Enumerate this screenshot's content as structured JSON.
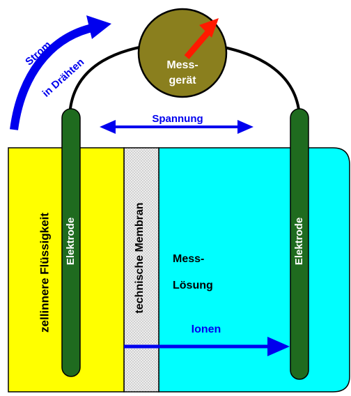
{
  "labels": {
    "strom": "Strom",
    "in_draehten": "in Drähten",
    "messgeraet_line1": "Mess-",
    "messgeraet_line2": "gerät",
    "spannung": "Spannung",
    "elektrode_left": "Elektrode",
    "elektrode_right": "Elektrode",
    "zellinnere_fluessigkeit": "zellinnere Flüssigkeit",
    "technische_membran": "technische Membran",
    "messloesung_line1": "Mess-",
    "messloesung_line2": "Lösung",
    "ionen": "Ionen"
  },
  "colors": {
    "blue": "#0000ee",
    "yellow": "#ffff00",
    "cyan": "#00ffff",
    "electrode_green": "#1f6b1f",
    "meter_olive": "#8a7f1e",
    "needle_red": "#ff1a00",
    "membrane_gray": "#d8d8d8"
  }
}
